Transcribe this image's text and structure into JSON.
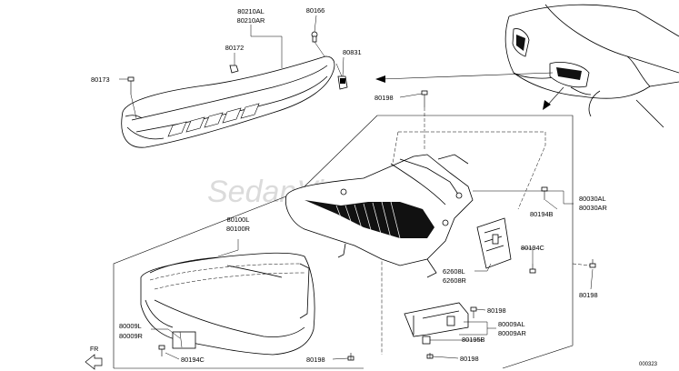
{
  "watermark": "SedanViet.vn",
  "direction_label": "FR",
  "diagram_code": "000323",
  "parts": {
    "p80210AL": "80210AL",
    "p80210AR": "80210AR",
    "p80166": "80166",
    "p80172": "80172",
    "p80831": "80831",
    "p80173": "80173",
    "p80198_top": "80198",
    "p80030AL": "80030AL",
    "p80030AR": "80030AR",
    "p80194B": "80194B",
    "p80100L": "80100L",
    "p80100R": "80100R",
    "p80194C_right": "80194C",
    "p62608L": "62608L",
    "p62608R": "62608R",
    "p80198_right": "80198",
    "p80009L": "80009L",
    "p80009R": "80009R",
    "p80198_mid": "80198",
    "p80009AL": "80009AL",
    "p80009AR": "80009AR",
    "p80195B": "80195B",
    "p80194C_bottom": "80194C",
    "p80198_bottom_left": "80198",
    "p80198_bottom_right": "80198"
  }
}
